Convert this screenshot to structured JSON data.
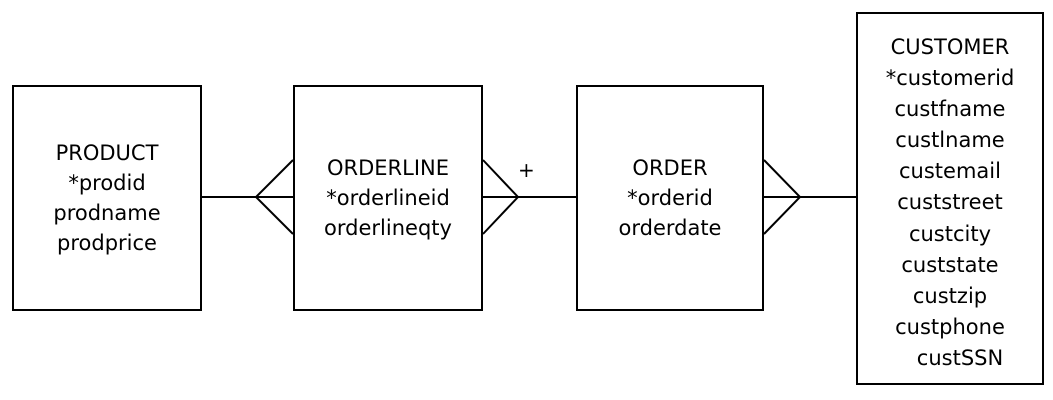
{
  "entities": {
    "product": {
      "name": "PRODUCT",
      "attributes": [
        "*prodid",
        "prodname",
        "prodprice"
      ]
    },
    "orderline": {
      "name": "ORDERLINE",
      "attributes": [
        "*orderlineid",
        "orderlineqty"
      ]
    },
    "order": {
      "name": "ORDER",
      "attributes": [
        "*orderid",
        "orderdate"
      ]
    },
    "customer": {
      "name": "CUSTOMER",
      "attributes": [
        "*customerid",
        "custfname",
        "custlname",
        "custemail",
        "custstreet",
        "custcity",
        "custstate",
        "custzip",
        "custphone",
        "custSSN"
      ]
    }
  },
  "relationships": [
    {
      "from": "product",
      "to": "orderline",
      "notation": "one-to-many",
      "label": ""
    },
    {
      "from": "order",
      "to": "orderline",
      "notation": "one-to-many",
      "label": "+"
    },
    {
      "from": "customer",
      "to": "order",
      "notation": "one-to-many",
      "label": ""
    }
  ],
  "colors": {
    "stroke": "#000000",
    "background": "#ffffff"
  }
}
